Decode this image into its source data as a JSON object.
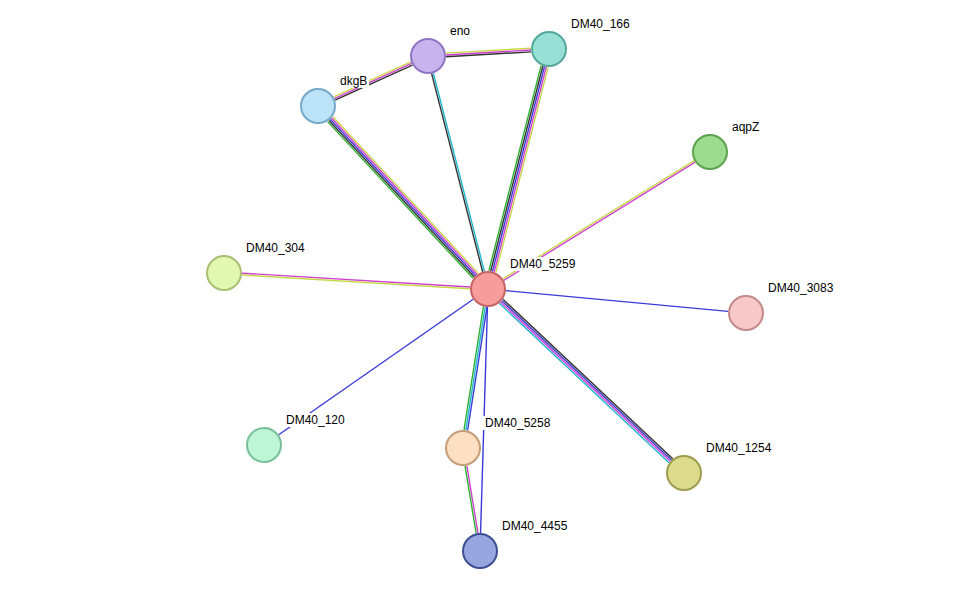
{
  "diagram": {
    "nodes": [
      {
        "text": [
          "eno"
        ]
      },
      {
        "text": [
          "DM40_166"
        ]
      },
      {
        "text": [
          "dkgB"
        ]
      },
      {
        "text": [
          "aqpZ"
        ]
      },
      {
        "text": [
          "DM40_304"
        ]
      },
      {
        "text": [
          "DM40_5259"
        ]
      },
      {
        "text": [
          "DM40_3083"
        ]
      },
      {
        "text": [
          "DM40_120"
        ]
      },
      {
        "text": [
          "DM40_5258"
        ]
      },
      {
        "text": [
          "DM40_1254"
        ]
      },
      {
        "text": [
          "DM40_4455"
        ]
      }
    ],
    "edges": [
      {
        "from": 0,
        "to": 1,
        "arrow": "none"
      },
      {
        "from": 2,
        "to": 0,
        "arrow": "none"
      },
      {
        "from": 0,
        "to": 5,
        "arrow": "none"
      },
      {
        "from": 1,
        "to": 5,
        "arrow": "none"
      },
      {
        "from": 2,
        "to": 5,
        "arrow": "none"
      },
      {
        "from": 3,
        "to": 5,
        "arrow": "none"
      },
      {
        "from": 4,
        "to": 5,
        "arrow": "none"
      },
      {
        "from": 6,
        "to": 5,
        "arrow": "none"
      },
      {
        "from": 7,
        "to": 5,
        "arrow": "none"
      },
      {
        "from": 8,
        "to": 5,
        "arrow": "none"
      },
      {
        "from": 9,
        "to": 5,
        "arrow": "none"
      },
      {
        "from": 10,
        "to": 5,
        "arrow": "none"
      },
      {
        "from": 8,
        "to": 10,
        "arrow": "none"
      }
    ]
  }
}
